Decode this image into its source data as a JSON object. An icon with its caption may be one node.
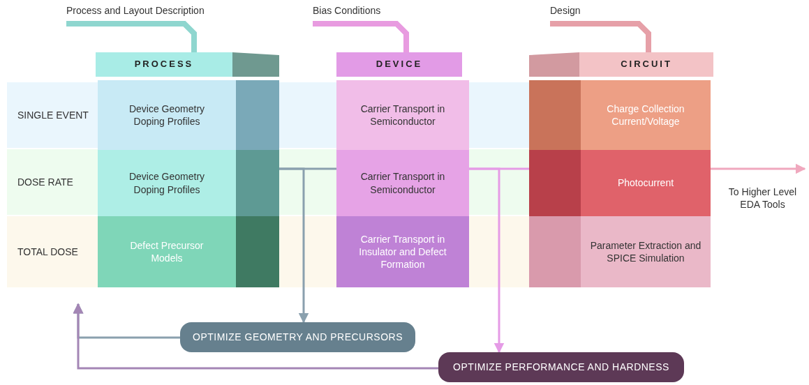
{
  "diagram": {
    "nodes": [
      {
        "text": [
          "Process and Layout Description"
        ]
      },
      {
        "text": [
          "Bias Conditions"
        ]
      },
      {
        "text": [
          "Design"
        ]
      },
      {
        "text": [
          "PROCESS"
        ]
      },
      {
        "text": [
          "DEVICE"
        ]
      },
      {
        "text": [
          "CIRCUIT"
        ]
      },
      {
        "text": [
          "Device Geometry Doping Profiles"
        ]
      },
      {
        "text": [
          "Carrier Transport in Semiconductor"
        ]
      },
      {
        "text": [
          "Charge Collection Current/Voltage"
        ]
      },
      {
        "text": [
          "Device Geometry Doping Profiles"
        ]
      },
      {
        "text": [
          "Carrier Transport in Semiconductor"
        ]
      },
      {
        "text": [
          "Photocurrent"
        ]
      },
      {
        "text": [
          "Defect Precursor Models"
        ]
      },
      {
        "text": [
          "Carrier Transport in Insulator and Defect Formation"
        ]
      },
      {
        "text": [
          "Parameter Extraction and SPICE Simulation"
        ]
      },
      {
        "text": [
          "OPTIMIZE GEOMETRY AND PRECURSORS"
        ]
      },
      {
        "text": [
          "OPTIMIZE PERFORMANCE AND HARDNESS"
        ]
      }
    ],
    "edges": [
      {
        "from": 0,
        "to": 3,
        "arrow": "none",
        "style": "thick",
        "color": "#8fd6cf"
      },
      {
        "from": 1,
        "to": 4,
        "arrow": "none",
        "style": "thick",
        "color": "#e89be0"
      },
      {
        "from": 2,
        "to": 5,
        "arrow": "none",
        "style": "thick",
        "color": "#e6a0a8"
      },
      {
        "from": 9,
        "to": 10,
        "arrow": "none",
        "color": "#8aa0ae"
      },
      {
        "from": 9,
        "to": 15,
        "arrow": "to",
        "color": "#8aa0ae"
      },
      {
        "from": 10,
        "to": 11,
        "arrow": "none",
        "color": "#e59be6"
      },
      {
        "from": 10,
        "to": 16,
        "arrow": "to",
        "color": "#e59be6"
      },
      {
        "from": 11,
        "to": null,
        "arrow": "to",
        "label": "To Higher Level EDA Tools",
        "color": "#f0a8be"
      },
      {
        "from": 15,
        "to": null,
        "arrow": "to",
        "color": "#8aa0ae"
      },
      {
        "from": 16,
        "to": null,
        "arrow": "to",
        "color": "#a486b5"
      }
    ],
    "labels": [
      "SINGLE EVENT",
      "DOSE RATE",
      "TOTAL DOSE"
    ]
  }
}
